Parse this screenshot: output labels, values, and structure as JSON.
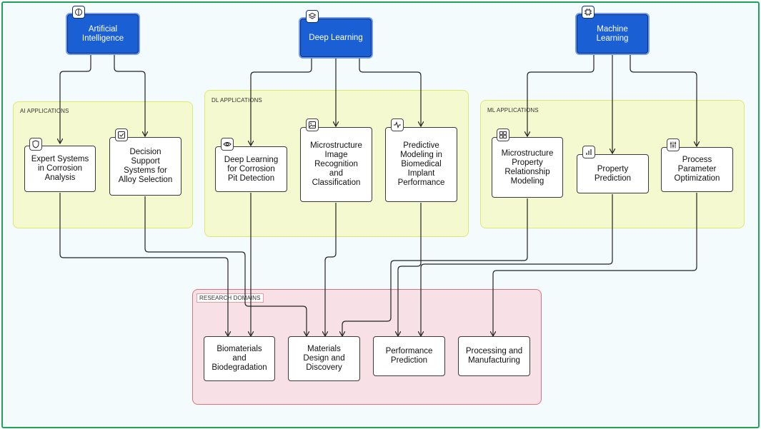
{
  "diagram": {
    "roots": {
      "ai": "Artificial\nIntelligence",
      "dl": "Deep Learning",
      "ml": "Machine\nLearning"
    },
    "groups": {
      "ai_apps": "AI APPLICATIONS",
      "dl_apps": "DL APPLICATIONS",
      "ml_apps": "ML APPLICATIONS",
      "research": "RESEARCH DOMAINS"
    },
    "nodes": {
      "expert_systems": "Expert Systems\nin Corrosion\nAnalysis",
      "decision_support": "Decision\nSupport\nSystems for\nAlloy Selection",
      "dl_corrosion": "Deep Learning\nfor Corrosion\nPit Detection",
      "micro_image": "Microstructure\nImage\nRecognition\nand\nClassification",
      "predictive": "Predictive\nModeling in\nBiomedical\nImplant\nPerformance",
      "micro_property": "Microstructure\nProperty\nRelationship\nModeling",
      "property_pred": "Property\nPrediction",
      "process_param": "Process\nParameter\nOptimization",
      "biomaterials": "Biomaterials\nand\nBiodegradation",
      "materials_design": "Materials\nDesign and\nDiscovery",
      "performance": "Performance\nPrediction",
      "processing": "Processing and\nManufacturing"
    },
    "icons": {
      "ai": "brain-icon",
      "dl": "layers-icon",
      "ml": "cpu-chip-icon",
      "expert_systems": "shield-icon",
      "decision_support": "checkbox-icon",
      "dl_corrosion": "eye-icon",
      "micro_image": "image-icon",
      "predictive": "activity-icon",
      "micro_property": "grid-icon",
      "property_pred": "bar-chart-icon",
      "process_param": "sliders-icon"
    },
    "colors": {
      "root_fill": "#1a5fd4",
      "app_group_fill": "#f4f9cf",
      "research_group_fill": "#f8e1e6",
      "frame_border": "#1fa35a"
    }
  }
}
